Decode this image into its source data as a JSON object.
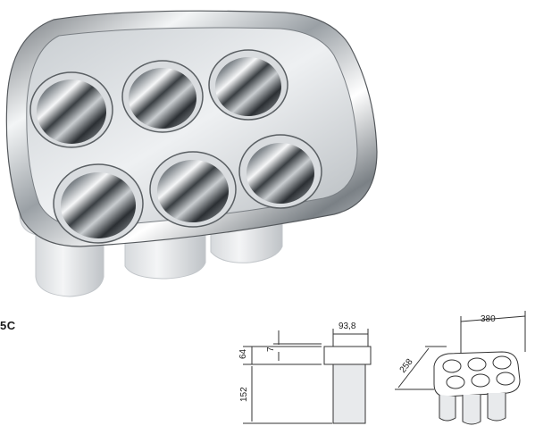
{
  "product": {
    "code_label": "5C",
    "illustration_icon": "stainless-steel-tray-with-six-round-cups"
  },
  "drawing": {
    "side_view": {
      "width_label": "93,8",
      "height_top_label": "64",
      "lip_label": "7",
      "height_body_label": "152"
    },
    "iso_view": {
      "length_label": "380",
      "depth_label": "258"
    }
  },
  "colors": {
    "steel_dark": "#2e3236",
    "steel_mid": "#8c9196",
    "steel_light": "#f2f4f5",
    "line": "#333333"
  }
}
